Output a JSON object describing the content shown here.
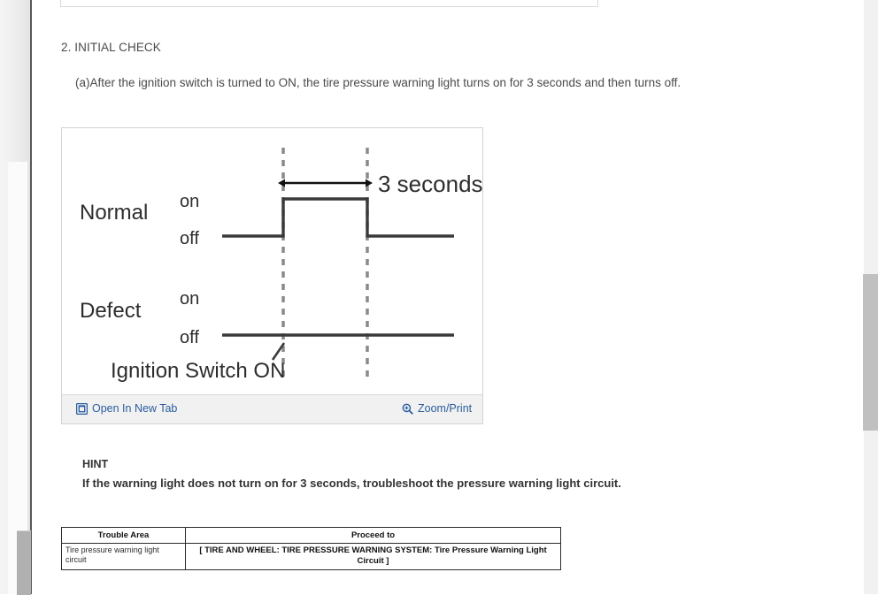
{
  "document": {
    "section_number_title": "2. INITIAL CHECK",
    "step_a": "(a)After the ignition switch is turned to ON, the tire pressure warning light turns on for 3 seconds and then turns off."
  },
  "figure": {
    "toolbar": {
      "open_in_new_tab_label": "Open In New Tab",
      "open_icon": "open-in-new-tab-icon",
      "zoom_print_label": "Zoom/Print",
      "zoom_icon": "magnifier-plus-icon"
    },
    "timing_chart": {
      "row_labels": [
        "Normal",
        "Defect"
      ],
      "state_labels": [
        "on",
        "off",
        "on",
        "off"
      ],
      "duration_annotation": "3 seconds",
      "event_label": "Ignition Switch ON"
    }
  },
  "hint": {
    "label": "HINT",
    "text": "If the warning light does not turn on for 3 seconds, troubleshoot the pressure warning light circuit."
  },
  "table": {
    "headers": [
      "Trouble Area",
      "Proceed to"
    ],
    "rows": [
      {
        "trouble_area": "Tire pressure warning light circuit",
        "proceed_to": "[ TIRE AND WHEEL: TIRE PRESSURE WARNING SYSTEM: Tire Pressure Warning Light Circuit ]"
      }
    ]
  },
  "chrome": {
    "link_color": "#2a5d9e",
    "scrollbar_thumb_color": "#c0c0c0"
  }
}
